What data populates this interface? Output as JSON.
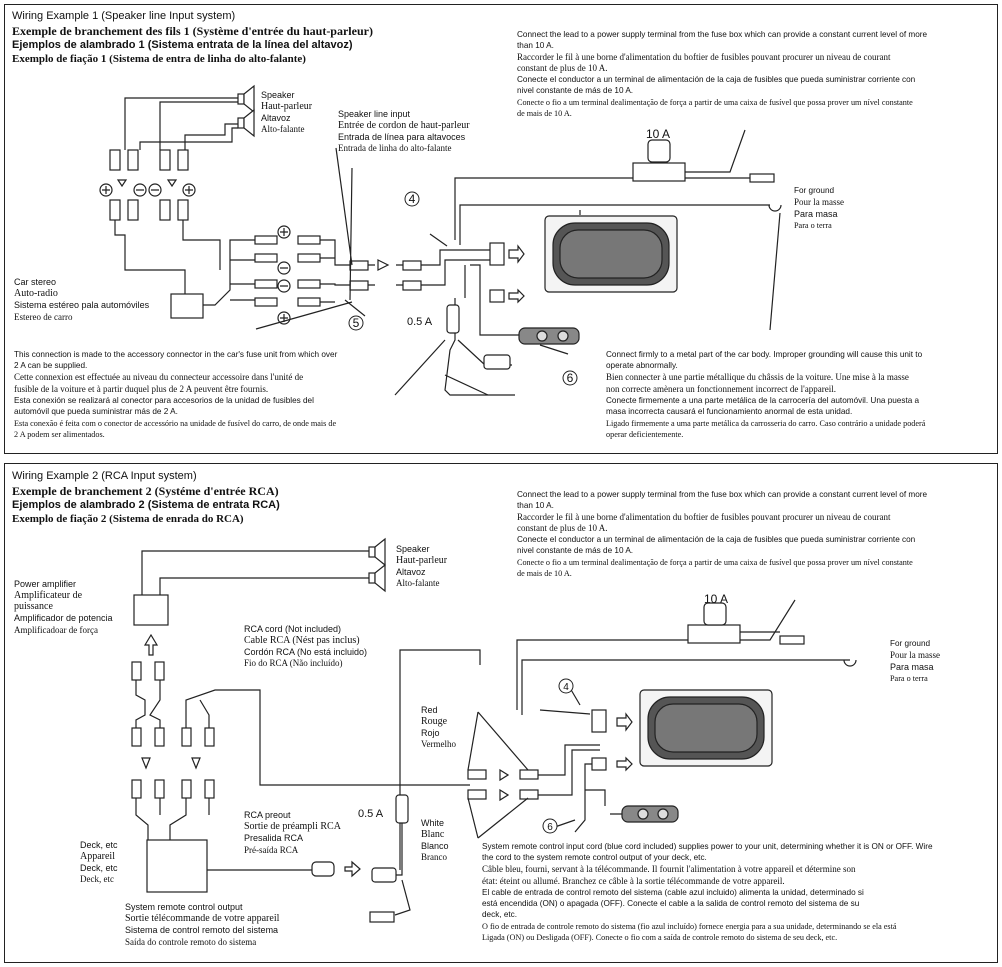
{
  "ex1": {
    "title_en": "Wiring Example 1 (Speaker line Input system)",
    "title_fr": "Exemple de branchement des fils 1 (Système d'entrée du haut-parleur)",
    "title_es": "Ejemplos de alambrado 1 (Sistema entrata de la línea del altavoz)",
    "title_pt": "Exemplo de fiação 1 (Sistema de entra de linha do alto-falante)",
    "speaker": [
      "Speaker",
      "Haut-parleur",
      "Altavoz",
      "Alto-falante"
    ],
    "speaker_input": [
      "Speaker line input",
      "Entrée de cordon de haut-parleur",
      "Entrada de línea para altavoces",
      "Entrada de linha do alto-falante"
    ],
    "car_stereo": [
      "Car stereo",
      "Auto-radio",
      "Sistema estéreo pala automóviles",
      "Estereo de carro"
    ],
    "power_note": [
      "Connect the lead to a power supply terminal from the fuse box which can provide a constant current level of more",
      "than 10 A.",
      "Raccorder le fil à une borne d'alimentation du boftier de fusibles pouvant procurer un niveau de courant",
      "constant de plus de 10 A.",
      "Conecte el conductor a un terminal de alimentación de la caja de fusibles que pueda suministrar corriente con",
      "nivel constante de más de 10 A.",
      "Conecte o fio a um terminal dealimentação de força a partir de uma caixa de fusível que possa prover um nível constante",
      "de mais de 10 A."
    ],
    "fuse_10": "10 A",
    "fuse_05": "0.5 A",
    "ground": [
      "For ground",
      "Pour la masse",
      "Para masa",
      "Para o terra"
    ],
    "ground_note": [
      "Connect firmly to a metal part of the car body.  Improper grounding will cause this unit to",
      "operate abnormally.",
      "Bien connecter à une partie métallique du châssis de la voiture. Une mise à la masse",
      "non correcte amènera un fonctionnement incorrect de l'appareil.",
      "Conecte firmemente a una parte metálica de la carrocería del automóvil. Una puesta a",
      "masa incorrecta causará el funcionamiento anormal de esta unidad.",
      "Ligado firmemente a uma parte metálica da carrosseria do carro. Caso contrário a unidade poderá",
      "operar deficientemente."
    ],
    "acc_note": [
      "This connection is made to the accessory  connector in the car's fuse unit from which over",
      "2 A can be supplied.",
      "Cette connexion est effectuée au niveau du connecteur accessoire dans l'unité de",
      "fusible de la voiture et à partir duquel plus de 2 A peuvent être fournis.",
      "Esta conexión se realizará al conector para accesorios de la unidad de fusibles del",
      "automóvil que pueda suministrar más de 2 A.",
      "Esta conexão é feita com o conector de accessório na unidade de fusível do carro, de onde mais de",
      "2 A podem ser alimentados."
    ],
    "circle4": "4",
    "circle5": "5",
    "circle6": "6"
  },
  "ex2": {
    "title_en": "Wiring Example 2 (RCA  Input system)",
    "title_fr": "Exemple de branchement 2 (Systéme d'entrée  RCA)",
    "title_es": "Ejemplos de alambrado 2 (Sistema de entrata   RCA)",
    "title_pt": "Exemplo de fiação 2 (Sistema de enrada  do  RCA)",
    "speaker": [
      "Speaker",
      "Haut-parleur",
      "Altavoz",
      "Alto-falante"
    ],
    "power_amp": [
      "Power amplifier",
      "Amplificateur de",
      "puissance",
      "Amplificador de potencia",
      "Amplificadoar de força"
    ],
    "rca_cord": [
      "RCA cord (Not included)",
      "Cable RCA (Nést pas inclus)",
      "Cordón RCA (No está incluido)",
      "Fio do RCA (Não incluído)"
    ],
    "rca_preout": [
      "RCA preout",
      "Sortie de préampli RCA",
      "Presalida RCA",
      "Pré-saída RCA"
    ],
    "deck": [
      "Deck, etc",
      "Appareil",
      "Deck, etc",
      "Deck,  etc"
    ],
    "remote_out": [
      "System remote control output",
      "Sortie télécommande de votre appareil",
      "Sistema de control  remoto del sistema",
      "Saída do controle remoto do sistema"
    ],
    "red": [
      "Red",
      "Rouge",
      "Rojo",
      "Vermelho"
    ],
    "white": [
      "White",
      "Blanc",
      "Blanco",
      "Branco"
    ],
    "power_note": [
      "Connect the lead to a power supply terminal from the fuse box which can provide a constant current level of more",
      "than 10 A.",
      "Raccorder le fil à une borne d'alimentation du boftier de fusibles pouvant procurer un niveau de courant",
      "constant de plus de 10 A.",
      "Conecte el conductor a un terminal de alimentación de la caja de fusibles que pueda suministrar corriente con",
      "nivel constante de más de 10 A.",
      "Conecte o fio a um terminal dealimentação de força a partir de uma caixa de fusível que possa prover um nível constante",
      "de mais de 10 A."
    ],
    "fuse_10": "10 A",
    "fuse_05": "0.5 A",
    "ground": [
      "For ground",
      "Pour la masse",
      "Para masa",
      "Para o terra"
    ],
    "remote_note": [
      "System remote control input cord (blue cord included) supplies power to your unit, determining whether it is ON or OFF. Wire",
      "the cord to the system remote control output of your deck, etc.",
      "Câble bleu, fourni, servant à la télécommande. Il fournit l'alimentation à votre appareil et détermine son",
      "état: éteint ou allumé. Branchez ce câble à la sortie télécommande de votre appareil.",
      "El cable de entrada de control remoto del sistema (cable azul incluido) alimenta la unidad, determinado si",
      "está encendida (ON) o apagada (OFF). Conecte el cable a la salida de control remoto del sistema de su",
      "deck, etc.",
      "O fio de entrada de controle remoto do sistema (fio azul incluído) fornece energia para a sua unidade, determinando se ela está",
      "Ligada (ON) ou Desligada (OFF). Conecte o fio com a saída de controle remoto do sistema de seu deck, etc."
    ],
    "circle4": "4",
    "circle6": "6"
  }
}
